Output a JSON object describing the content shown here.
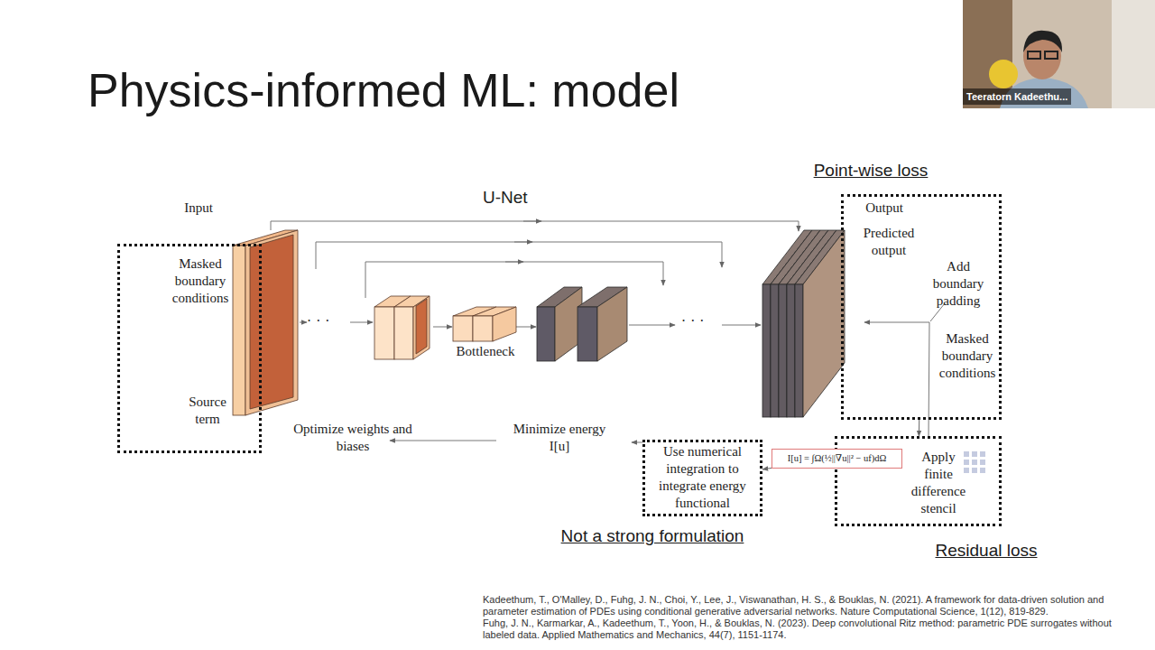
{
  "diagram": {
    "title": "Physics-informed ML: model",
    "nodes": [
      {
        "text": [
          "Input",
          "Masked boundary conditions",
          "Source term"
        ]
      },
      {
        "text": [
          "Point-wise loss",
          "Output",
          "Predicted output",
          "Add boundary padding",
          "Masked boundary conditions"
        ]
      },
      {
        "text": [
          "Apply finite difference stencil",
          "Residual loss"
        ]
      },
      {
        "text": [
          "I[u] = ∫Ω(½||∇u||² − uf)dΩ"
        ]
      },
      {
        "text": [
          "Use numerical integration to integrate energy functional",
          "Not a strong formulation"
        ]
      }
    ],
    "edges": [
      {
        "from": 1,
        "to": 2,
        "arrow": "to"
      },
      {
        "from": 3,
        "to": 4,
        "arrow": "to"
      }
    ],
    "labels": [
      "U-Net",
      "· · ·",
      "Bottleneck",
      "· · ·",
      "Minimize energy I[u]",
      "Optimize weights and biases",
      "Teeratorn Kadeethu...",
      "Kadeethum, T., O'Malley, D., Fuhg, J. N., Choi, Y., Lee, J., Viswanathan, H. S., & Bouklas, N. (2021). A framework for data-driven solution and parameter estimation of PDEs using conditional generative adversarial networks. Nature Computational Science, 1(12), 819-829.",
      "Fuhg, J. N., Karmarkar, A., Kadeethum, T., Yoon, H., & Bouklas, N. (2023). Deep convolutional Ritz method: parametric PDE surrogates without labeled data. Applied Mathematics and Mechanics, 44(7), 1151-1174."
    ]
  }
}
